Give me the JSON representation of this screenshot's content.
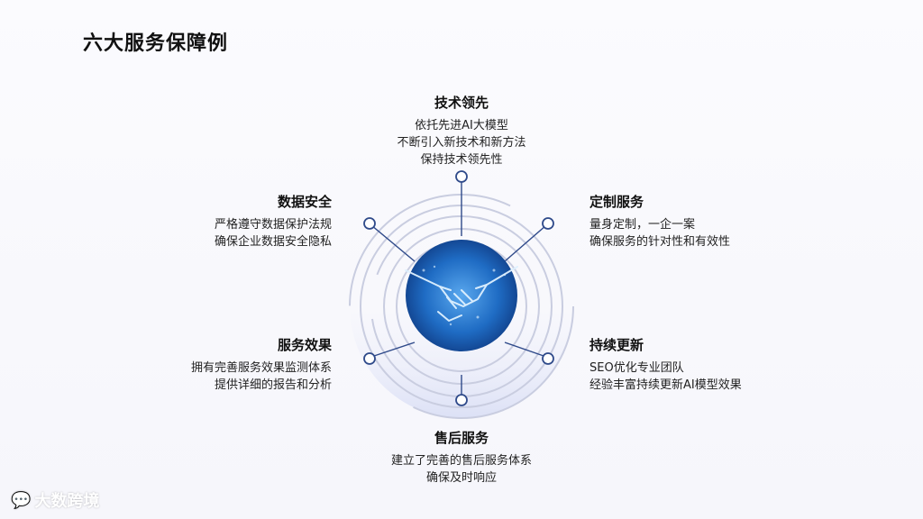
{
  "title": "六大服务保障例",
  "items": [
    {
      "key": "tech",
      "title": "技术领先",
      "lines": [
        "依托先进AI大模型",
        "不断引入新技术和新方法",
        "保持技术领先性"
      ]
    },
    {
      "key": "custom",
      "title": "定制服务",
      "lines": [
        "量身定制，一企一案",
        "确保服务的针对性和有效性"
      ]
    },
    {
      "key": "update",
      "title": "持续更新",
      "lines": [
        "SEO优化专业团队",
        "经验丰富持续更新AI模型效果"
      ]
    },
    {
      "key": "aftersales",
      "title": "售后服务",
      "lines": [
        "建立了完善的售后服务体系",
        "确保及时响应"
      ]
    },
    {
      "key": "effect",
      "title": "服务效果",
      "lines": [
        "拥有完善服务效果监测体系",
        "提供详细的报告和分析"
      ]
    },
    {
      "key": "security",
      "title": "数据安全",
      "lines": [
        "严格遵守数据保护法规",
        "确保企业数据安全隐私"
      ]
    }
  ],
  "watermark": {
    "text": "大数跨境",
    "icon": "chat-bubble-icon"
  },
  "colors": {
    "accent": "#2f4a8a",
    "circle": "#1e5fb8",
    "ring": "#c9cde0"
  }
}
